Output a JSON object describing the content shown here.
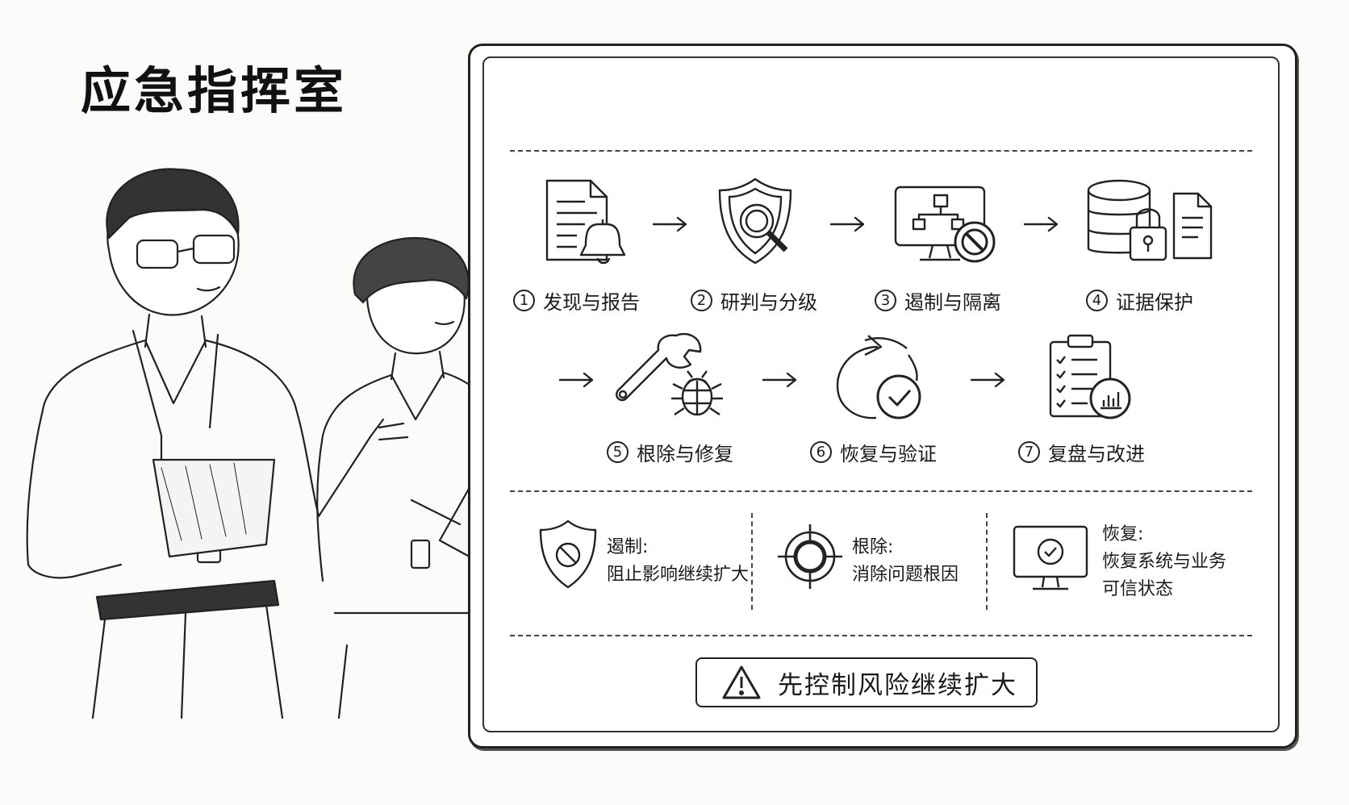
{
  "title": "应急指挥室",
  "steps": [
    {
      "num": "1",
      "label": "发现与报告",
      "icon": "document-bell-icon"
    },
    {
      "num": "2",
      "label": "研判与分级",
      "icon": "shield-magnifier-icon"
    },
    {
      "num": "3",
      "label": "遏制与隔离",
      "icon": "network-block-icon"
    },
    {
      "num": "4",
      "label": "证据保护",
      "icon": "database-lock-icon"
    },
    {
      "num": "5",
      "label": "根除与修复",
      "icon": "wrench-bug-icon"
    },
    {
      "num": "6",
      "label": "恢复与验证",
      "icon": "restore-check-icon"
    },
    {
      "num": "7",
      "label": "复盘与改进",
      "icon": "clipboard-chart-icon"
    }
  ],
  "info": [
    {
      "title": "遏制:",
      "desc": "阻止影响继续扩大",
      "icon": "shield-block-icon"
    },
    {
      "title": "根除:",
      "desc": "消除问题根因",
      "icon": "crosshair-icon"
    },
    {
      "title": "恢复:",
      "desc": "恢复系统与业务",
      "desc2": "可信状态",
      "icon": "monitor-check-icon"
    }
  ],
  "banner": {
    "text": "先控制风险继续扩大",
    "icon": "warning-triangle-icon"
  }
}
